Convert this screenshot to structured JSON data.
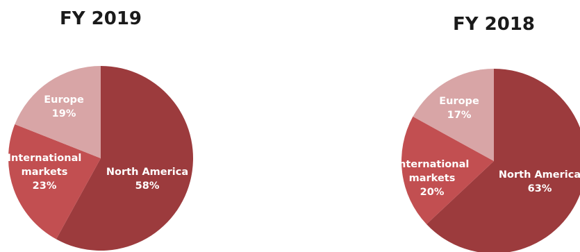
{
  "colors": {
    "north_america": "#9c3b3d",
    "international": "#c24f51",
    "europe": "#d8a5a6"
  },
  "chart_data": [
    {
      "type": "pie",
      "title": "FY 2019",
      "categories": [
        "North America",
        "International markets",
        "Europe"
      ],
      "values": [
        58,
        23,
        19
      ],
      "labels": [
        [
          "North America",
          "58%"
        ],
        [
          "International",
          "markets",
          "23%"
        ],
        [
          "Europe",
          "19%"
        ]
      ]
    },
    {
      "type": "pie",
      "title": "FY 2018",
      "categories": [
        "North America",
        "International markets",
        "Europe"
      ],
      "values": [
        63,
        20,
        17
      ],
      "labels": [
        [
          "North America",
          "63%"
        ],
        [
          "International",
          "markets",
          "20%"
        ],
        [
          "Europe",
          "17%"
        ]
      ]
    }
  ]
}
